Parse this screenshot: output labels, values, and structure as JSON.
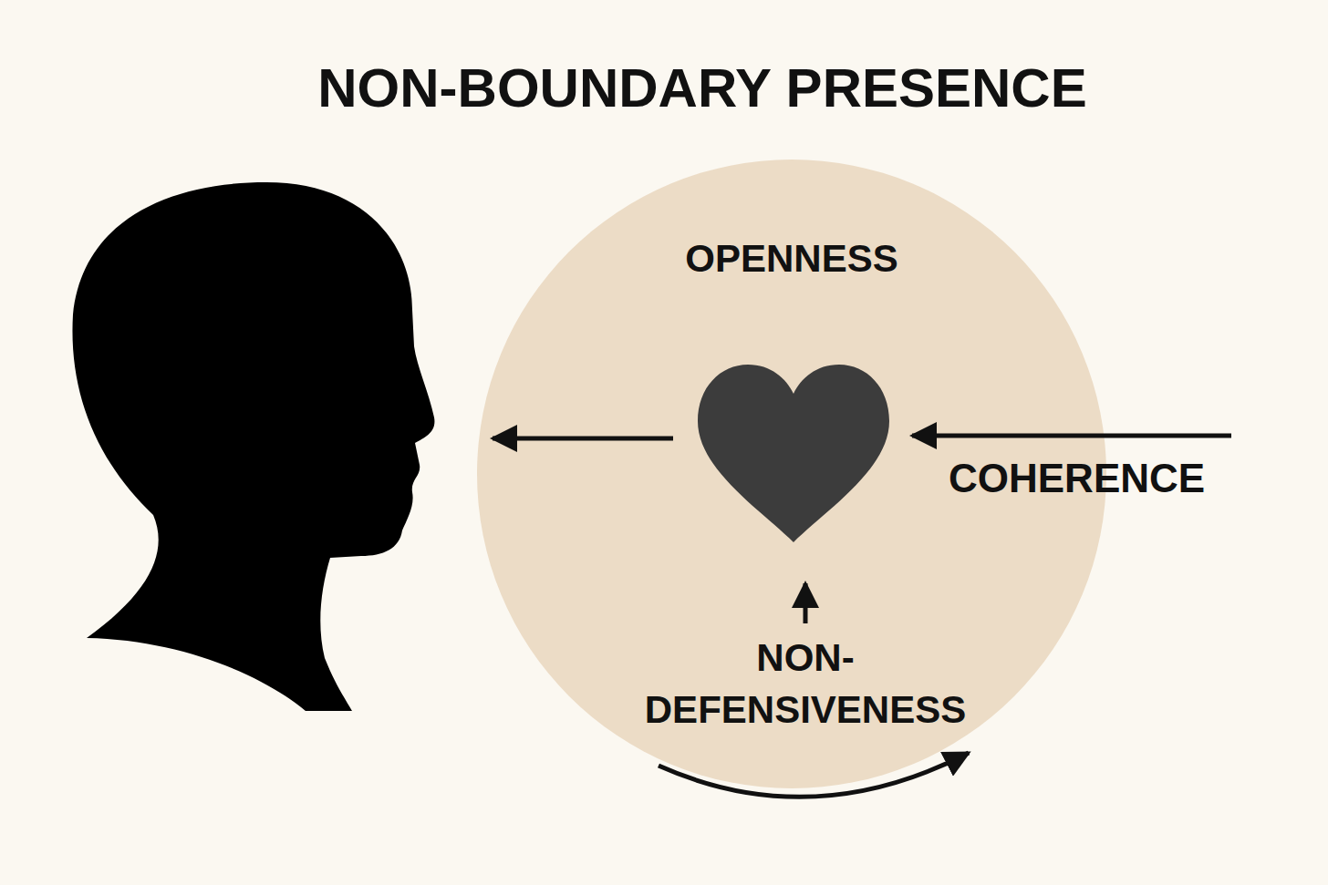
{
  "diagram": {
    "title": "NON-BOUNDARY PRESENCE",
    "nodes": [
      {
        "text": [
          "OPENNESS",
          "NON- DEFENSIVENESS"
        ]
      }
    ],
    "labels": [
      "COHERENCE"
    ]
  }
}
